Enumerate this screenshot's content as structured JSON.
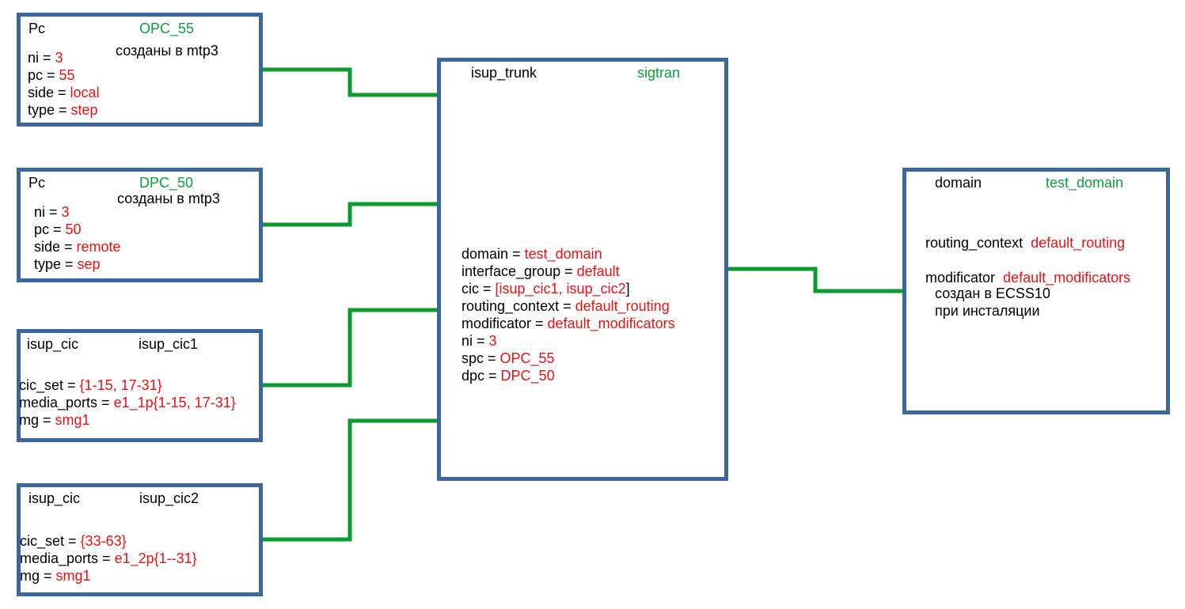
{
  "colors": {
    "border": "#3b67a1",
    "connector": "#0a9a30",
    "key": "#000000",
    "value": "#f01010",
    "name": "#0aa33a"
  },
  "pc1": {
    "type": "Pc",
    "name": "OPC_55",
    "note": "созданы в mtp3",
    "fields": [
      {
        "k": "ni = ",
        "v": "3"
      },
      {
        "k": "pc = ",
        "v": "55"
      },
      {
        "k": "side = ",
        "v": "local"
      },
      {
        "k": "type = ",
        "v": "step"
      }
    ]
  },
  "pc2": {
    "type": "Pc",
    "name": "DPC_50",
    "note": "созданы в mtp3",
    "fields": [
      {
        "k": "ni = ",
        "v": "3"
      },
      {
        "k": "pc = ",
        "v": "50"
      },
      {
        "k": "side = ",
        "v": "remote"
      },
      {
        "k": "type = ",
        "v": "sep"
      }
    ]
  },
  "cic1": {
    "type": "isup_cic",
    "name": "isup_cic1",
    "fields": [
      {
        "k": "cic_set = ",
        "v": "{1-15, 17-31}"
      },
      {
        "k": "media_ports = ",
        "v": "e1_1p{1-15, 17-31}"
      },
      {
        "k": "mg = ",
        "v": "smg1"
      }
    ]
  },
  "cic2": {
    "type": "isup_cic",
    "name": "isup_cic2",
    "fields": [
      {
        "k": "cic_set = ",
        "v": "{33-63}"
      },
      {
        "k": "media_ports = ",
        "v": "e1_2p{1--31}"
      },
      {
        "k": "mg = ",
        "v": "smg1"
      }
    ]
  },
  "trunk": {
    "type": "isup_trunk",
    "name": "sigtran",
    "fields": [
      {
        "k": "domain = ",
        "v": "test_domain"
      },
      {
        "k": "interface_group = ",
        "v": "default"
      },
      {
        "k": "cic = ",
        "v": "[isup_cic1, isup_cic2]"
      },
      {
        "k": "routing_context = ",
        "v": "default_routing"
      },
      {
        "k": "modificator = ",
        "v": "default_modificators"
      },
      {
        "k": "ni = ",
        "v": "3"
      },
      {
        "k": "spc = ",
        "v": "OPC_55"
      },
      {
        "k": "dpc = ",
        "v": "DPC_50"
      }
    ]
  },
  "domain": {
    "type": "domain",
    "name": "test_domain",
    "fields": [
      {
        "k": "routing_context  ",
        "v": "default_routing"
      },
      {
        "k": "modificator  ",
        "v": "default_modificators"
      }
    ],
    "note1": "создан в ECSS10",
    "note2": "при инсталяции"
  }
}
